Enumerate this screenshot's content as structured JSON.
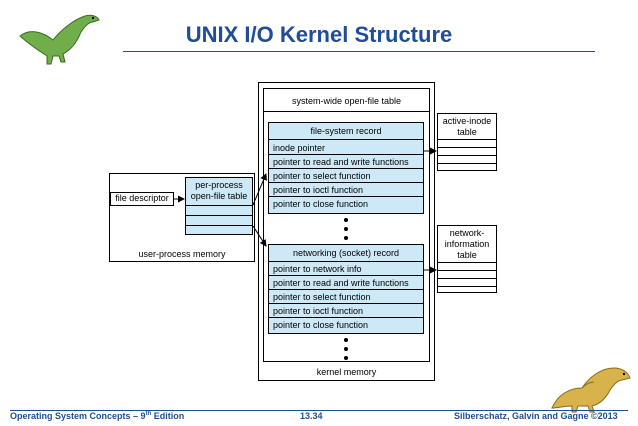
{
  "title": "UNIX I/O Kernel Structure",
  "footer": {
    "left": "Operating System Concepts – 9",
    "left_sup": "th",
    "left_end": " Edition",
    "center": "13.34",
    "right": "Silberschatz, Galvin and Gagne ©2013"
  },
  "user_memory": {
    "label": "user-process memory",
    "file_descriptor": "file descriptor",
    "per_process_table": "per-process\nopen-file table"
  },
  "kernel": {
    "label": "kernel memory",
    "system_wide_table": "system-wide open-file table",
    "file_system_record": {
      "title": "file-system record",
      "items": [
        "inode pointer",
        "pointer to read and write functions",
        "pointer to select function",
        "pointer to ioctl function",
        "pointer to close function"
      ]
    },
    "socket_record": {
      "title": "networking (socket) record",
      "items": [
        "pointer to network info",
        "pointer to read and write functions",
        "pointer to select function",
        "pointer to ioctl function",
        "pointer to close function"
      ]
    }
  },
  "active_inode_table": "active-inode\ntable",
  "network_info_table": "network-\ninformation\ntable"
}
